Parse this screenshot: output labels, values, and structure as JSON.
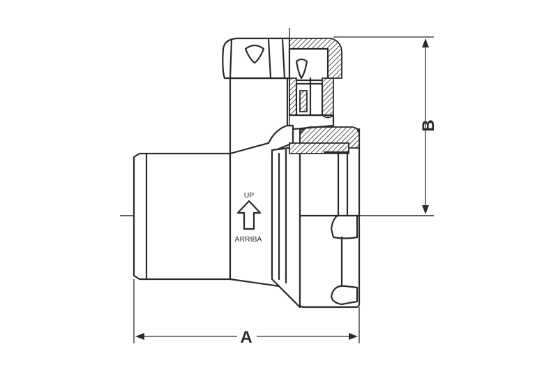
{
  "labels": {
    "dimension_a": "A",
    "dimension_b": "B",
    "flow_up": "UP",
    "flow_arriba": "ARRIBA"
  },
  "colors": {
    "line": "#2a2a2a",
    "background": "#ffffff"
  }
}
